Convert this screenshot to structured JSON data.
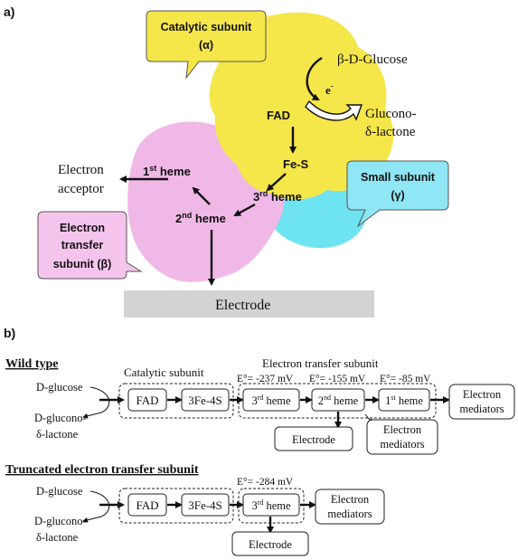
{
  "panel_a": {
    "label": "a)",
    "catalytic_line1": "Catalytic subunit",
    "catalytic_line2": "(α)",
    "small_line1": "Small subunit",
    "small_line2": "(γ)",
    "transfer_line1": "Electron",
    "transfer_line2": "transfer",
    "transfer_line3": "subunit (β)",
    "glucose": "β-D-Glucose",
    "electron": "e",
    "electron_sup": "-",
    "gluconolactone_line1": "Glucono-",
    "gluconolactone_line2": "δ-lactone",
    "fad": "FAD",
    "fes": "Fe-S",
    "heme1": "1",
    "heme1_sup": "st",
    "heme1_word": " heme",
    "heme2": "2",
    "heme2_sup": "nd",
    "heme2_word": " heme",
    "heme3": "3",
    "heme3_sup": "rd",
    "heme3_word": " heme",
    "acceptor_line1": "Electron",
    "acceptor_line2": "acceptor",
    "electrode": "Electrode",
    "colors": {
      "catalytic": "#f5e64a",
      "small": "#5ee0ef",
      "transfer": "#f0b8e6",
      "electrode": "#d3d3d3"
    }
  },
  "panel_b": {
    "label": "b)",
    "wild": {
      "title": "Wild  type",
      "catalytic_label": "Catalytic  subunit",
      "transfer_label": "Electron  transfer  subunit",
      "potential1": "E°= -237 mV",
      "potential2": "E°= -155 mV",
      "potential3": "E°= -85 mV",
      "dglucose": "D-glucose",
      "dglucono_line1": "D-glucono-",
      "dglucono_line2": "δ-lactone",
      "fad": "FAD",
      "fes": "3Fe-4S",
      "heme3": "3",
      "heme3_sup": "rd",
      "heme3_word": " heme",
      "heme2": "2",
      "heme2_sup": "nd",
      "heme2_word": " heme",
      "heme1": "1",
      "heme1_sup": "st",
      "heme1_word": " heme",
      "mediators_line1": "Electron",
      "mediators_line2": "mediators",
      "electrode": "Electrode",
      "mediators2_line1": "Electron",
      "mediators2_line2": "mediators"
    },
    "truncated": {
      "title": "Truncated  electron transfer subunit",
      "potential": "E°= -284 mV",
      "dglucose": "D-glucose",
      "dglucono_line1": "D-glucono-",
      "dglucono_line2": "δ-lactone",
      "fad": "FAD",
      "fes": "3Fe-4S",
      "heme3": "3",
      "heme3_sup": "rd",
      "heme3_word": " heme",
      "mediators_line1": "Electron",
      "mediators_line2": "mediators",
      "electrode": "Electrode"
    }
  }
}
